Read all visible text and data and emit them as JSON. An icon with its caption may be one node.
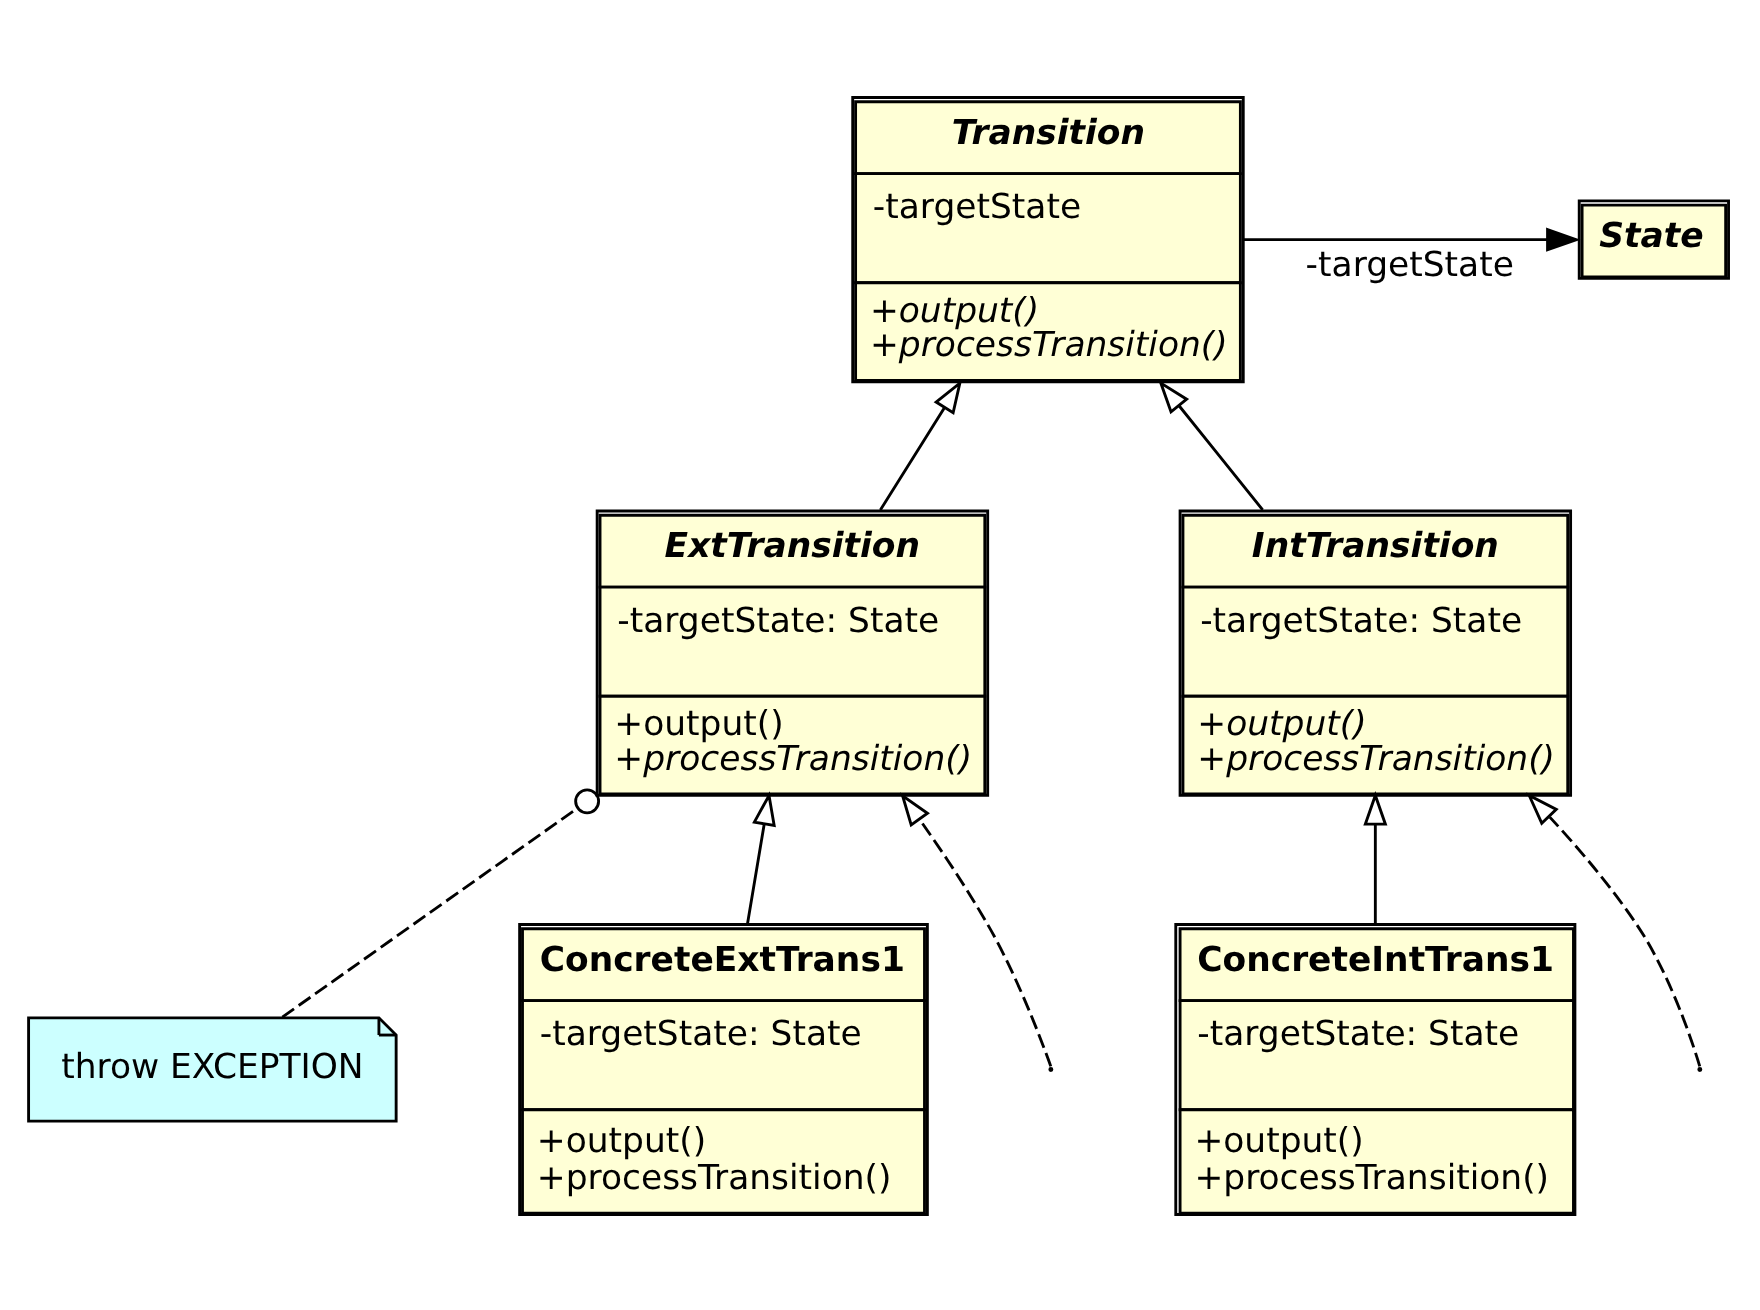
{
  "diagram": {
    "nodes": [
      {
        "text": [
          "State"
        ]
      },
      {
        "text": [
          "Transition",
          "-targetState",
          "+output()",
          "+processTransition()"
        ]
      },
      {
        "text": [
          "ExtTransition",
          "-targetState: State",
          "+output()",
          "+processTransition()"
        ]
      },
      {
        "text": [
          "IntTransition",
          "-targetState: State",
          "+output()",
          "+processTransition()"
        ]
      },
      {
        "text": [
          "throw EXCEPTION"
        ]
      },
      {
        "text": [
          "ConcreteExtTrans1",
          "-targetState: State",
          "+output()",
          "+processTransition()"
        ]
      },
      {
        "text": [
          "ConcreteIntTrans1",
          "-targetState: State",
          "+output()",
          "+processTransition()"
        ]
      }
    ],
    "edges": [
      {
        "from": 1,
        "to": 0,
        "arrow": "to",
        "label": "-targetState"
      },
      {
        "from": 2,
        "to": 1,
        "arrow": "to"
      },
      {
        "from": 3,
        "to": 1,
        "arrow": "to"
      },
      {
        "from": 5,
        "to": 2,
        "arrow": "to"
      },
      {
        "from": null,
        "to": 2,
        "arrow": "to",
        "style": "dashed"
      },
      {
        "from": 6,
        "to": 3,
        "arrow": "to"
      },
      {
        "from": null,
        "to": 3,
        "arrow": "to",
        "style": "dashed"
      },
      {
        "from": 4,
        "to": 2,
        "arrow": "other",
        "style": "dashed"
      }
    ]
  }
}
